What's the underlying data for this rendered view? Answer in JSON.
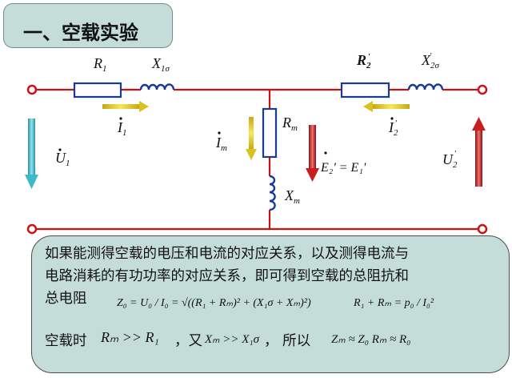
{
  "title": "一、空载实验",
  "labels": {
    "R1": "R",
    "R1_sub": "1",
    "X1s": "X",
    "X1s_sub": "1σ",
    "R2p": "R",
    "R2p_sub": "2",
    "R2p_prime": "'",
    "X2s": "X",
    "X2s_sub": "2σ",
    "X2s_prime": "'",
    "Rm": "R",
    "Rm_sub": "m",
    "Xm": "X",
    "Xm_sub": "m",
    "I1": "I",
    "I1_sub": "1",
    "I2": "I",
    "I2_sub": "2",
    "I2_prime": "'",
    "Im": "I",
    "Im_sub": "m",
    "U1": "U",
    "U1_sub": "1",
    "U2": "U",
    "U2_sub": "2",
    "U2_prime": "'",
    "E2eq": "E₂' = E₁'"
  },
  "note": {
    "line1": "如果能测得空载的电压和电流的对应关系，以及测得电流与",
    "line2": "电路消耗的有功功率的对应关系，即可得到空载的总阻抗和",
    "line3": "总电阻",
    "formula_z0": "Z₀ = U₀ / I₀ = √((R₁ + Rₘ)² + (X₁σ + Xₘ)²)",
    "formula_r": "R₁ + Rₘ = p₀ / I₀²",
    "line4_a": "空载时",
    "line4_cond1": "Rₘ >> R₁",
    "line4_b": "，又",
    "line4_cond2": "Xₘ >> X₁σ",
    "line4_c": "， 所以",
    "line4_res": "Zₘ ≈ Z₀   Rₘ ≈ R₀"
  },
  "colors": {
    "wire": "#cc1111",
    "component": "#1a3a9a",
    "title_bg": "#c4ddd8",
    "note_bg": "#c4ddd8",
    "arrow_current": "#d9c21e",
    "arrow_u1": "#3fb8c9",
    "arrow_e": "#c81e1e"
  }
}
